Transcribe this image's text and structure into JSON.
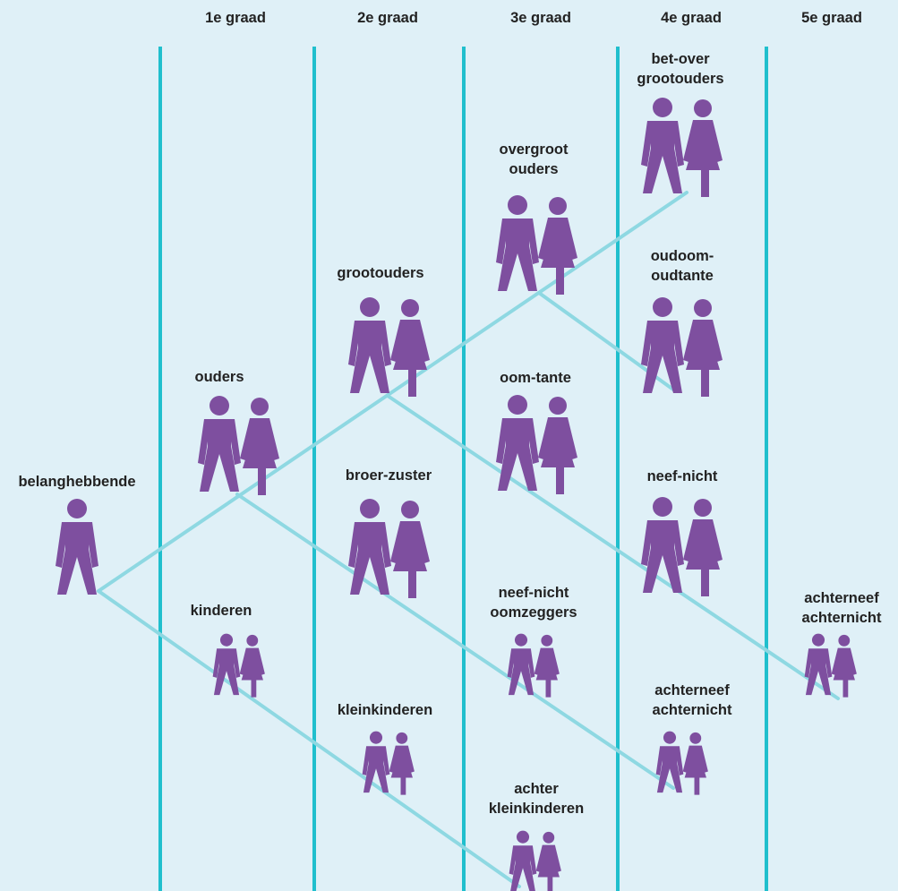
{
  "colors": {
    "background": "#dff0f7",
    "degree_line": "#20bfcd",
    "connector": "#8ed8e2",
    "person": "#7e4f9f",
    "text": "#222222"
  },
  "columns": [
    {
      "label": "1e graad"
    },
    {
      "label": "2e graad"
    },
    {
      "label": "3e graad"
    },
    {
      "label": "4e graad"
    },
    {
      "label": "5e graad"
    }
  ],
  "nodes": {
    "belanghebbende": {
      "label": "belanghebbende",
      "people": "single"
    },
    "ouders": {
      "label": "ouders",
      "people": "couple"
    },
    "kinderen": {
      "label": "kinderen",
      "people": "couple-small"
    },
    "grootouders": {
      "label": "grootouders",
      "people": "couple"
    },
    "broer_zuster": {
      "label": "broer-zuster",
      "people": "couple"
    },
    "kleinkinderen": {
      "label": "kleinkinderen",
      "people": "couple-small"
    },
    "overgrootouders": {
      "label": "overgroot\nouders",
      "people": "couple"
    },
    "oom_tante": {
      "label": "oom-tante",
      "people": "couple"
    },
    "neef_nicht_oomzeggers": {
      "label": "neef-nicht\noomzeggers",
      "people": "couple-small"
    },
    "achterkleinkinderen": {
      "label": "achter\nkleinkinderen",
      "people": "couple-small"
    },
    "bet_over_grootouders": {
      "label": "bet-over\ngrootouders",
      "people": "couple"
    },
    "oudoom_oudtante": {
      "label": "oudoom-\noudtante",
      "people": "couple"
    },
    "neef_nicht": {
      "label": "neef-nicht",
      "people": "couple"
    },
    "achterneef_4": {
      "label": "achterneef\nachternicht",
      "people": "couple-small"
    },
    "achterneef_5": {
      "label": "achterneef\nachternicht",
      "people": "couple-small"
    }
  }
}
